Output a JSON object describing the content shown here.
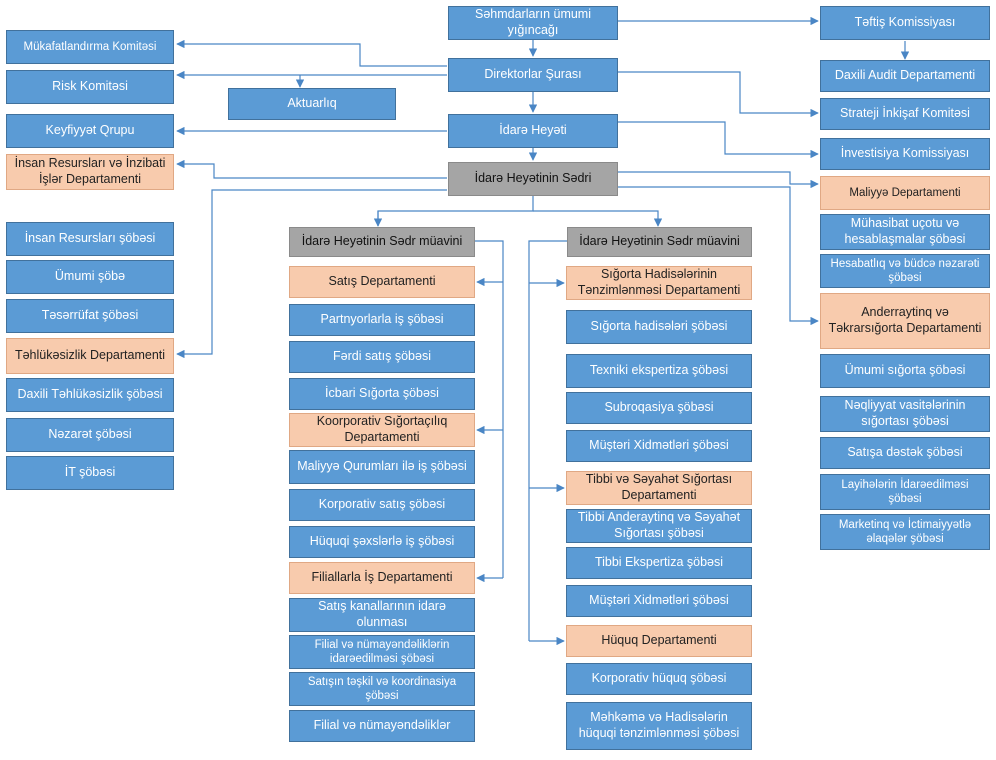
{
  "colors": {
    "blue": "#5b9bd5",
    "peach": "#f8cbad",
    "gray": "#a5a5a5",
    "line": "#4a86c5"
  },
  "nodes": {
    "sehmdarlar": "Səhmdarların ümumi yığıncağı",
    "teftis": "Təftiş Komissiyası",
    "mukafat": "Mükafatlandırma Komitəsi",
    "risk": "Risk Komitəsi",
    "direktorlar": "Direktorlar Şurası",
    "daxili_audit": "Daxili Audit Departamenti",
    "aktuarliq": "Aktuarlıq",
    "strateji": "Strateji İnkişaf Komitəsi",
    "keyfiyyet": "Keyfiyyət Qrupu",
    "idare_heyeti": "İdarə Heyəti",
    "investisiya": "İnvestisiya Komissiyası",
    "insan_res_dep": "İnsan Resursları və İnzibati İşlər Departamenti",
    "sedr": "İdarə Heyətinin Sədri",
    "maliyye_dep": "Maliyyə Departamenti",
    "insan_res_sobe": "İnsan Resursları şöbəsi",
    "umumi_sobe": "Ümumi şöbə",
    "teserrufat": "Təsərrüfat şöbəsi",
    "tehlukesizlik_dep": "Təhlükəsizlik Departamenti",
    "daxili_tehl": "Daxili Təhlükəsizlik şöbəsi",
    "nezaret": "Nəzarət şöbəsi",
    "it": "İT şöbəsi",
    "muavin1": "İdarə Heyətinin Sədr müavini",
    "satis_dep": "Satış Departamenti",
    "partnyor": "Partnyorlarla iş şöbəsi",
    "ferdi": "Fərdi satış şöbəsi",
    "icbari": "İcbari Sığorta şöbəsi",
    "korp_sigortaciliq": "Koorporativ Sığortaçılıq Departamenti",
    "maliyye_qurum": "Maliyyə Qurumları ilə iş şöbəsi",
    "korp_satis": "Korporativ satış şöbəsi",
    "huquqi_sexs": "Hüquqi şəxslərlə iş şöbəsi",
    "filial_dep": "Filiallarla İş Departamenti",
    "satis_kanal": "Satış kanallarının idarə olunması",
    "filial_numay": "Filial və nümayəndəliklərin idarəedilməsi şöbəsi",
    "satis_teskil": "Satışın təşkil və koordinasiya şöbəsi",
    "filial_ve": "Filial və nümayəndəliklər",
    "muavin2": "İdarə Heyətinin Sədr müavini",
    "sigorta_had_dep": "Sığorta Hadisələrinin Tənzimlənməsi Departamenti",
    "sigorta_had_sobe": "Sığorta hadisələri şöbəsi",
    "texniki": "Texniki ekspertiza şöbəsi",
    "subroqasiya": "Subroqasiya şöbəsi",
    "musteri1": "Müştəri Xidmətləri şöbəsi",
    "tibbi_dep": "Tibbi və Səyahət Sığortası Departamenti",
    "tibbi_ander": "Tibbi Anderaytinq və Səyahət Sığortası şöbəsi",
    "tibbi_eksp": "Tibbi Ekspertiza şöbəsi",
    "musteri2": "Müştəri Xidmətləri şöbəsi",
    "huquq_dep": "Hüquq Departamenti",
    "korp_huquq": "Korporativ hüquq şöbəsi",
    "mehkeme": "Məhkəmə və Hadisələrin hüquqi tənzimlənməsi şöbəsi",
    "muhasibat": "Mühasibat uçotu və hesablaşmalar şöbəsi",
    "hesabatliq": "Hesabatlıq və büdcə nəzarəti şöbəsi",
    "anderayting": "Anderraytinq və Təkrarsığorta Departamenti",
    "umumi_sigorta": "Ümumi sığorta şöbəsi",
    "neqliyyat": "Nəqliyyat vasitələrinin sığortası şöbəsi",
    "satisa_destek": "Satışa dəstək şöbəsi",
    "layihe": "Layihələrin İdarəedilməsi şöbəsi",
    "marketinq": "Marketinq və İctimaiyyətlə əlaqələr şöbəsi"
  }
}
